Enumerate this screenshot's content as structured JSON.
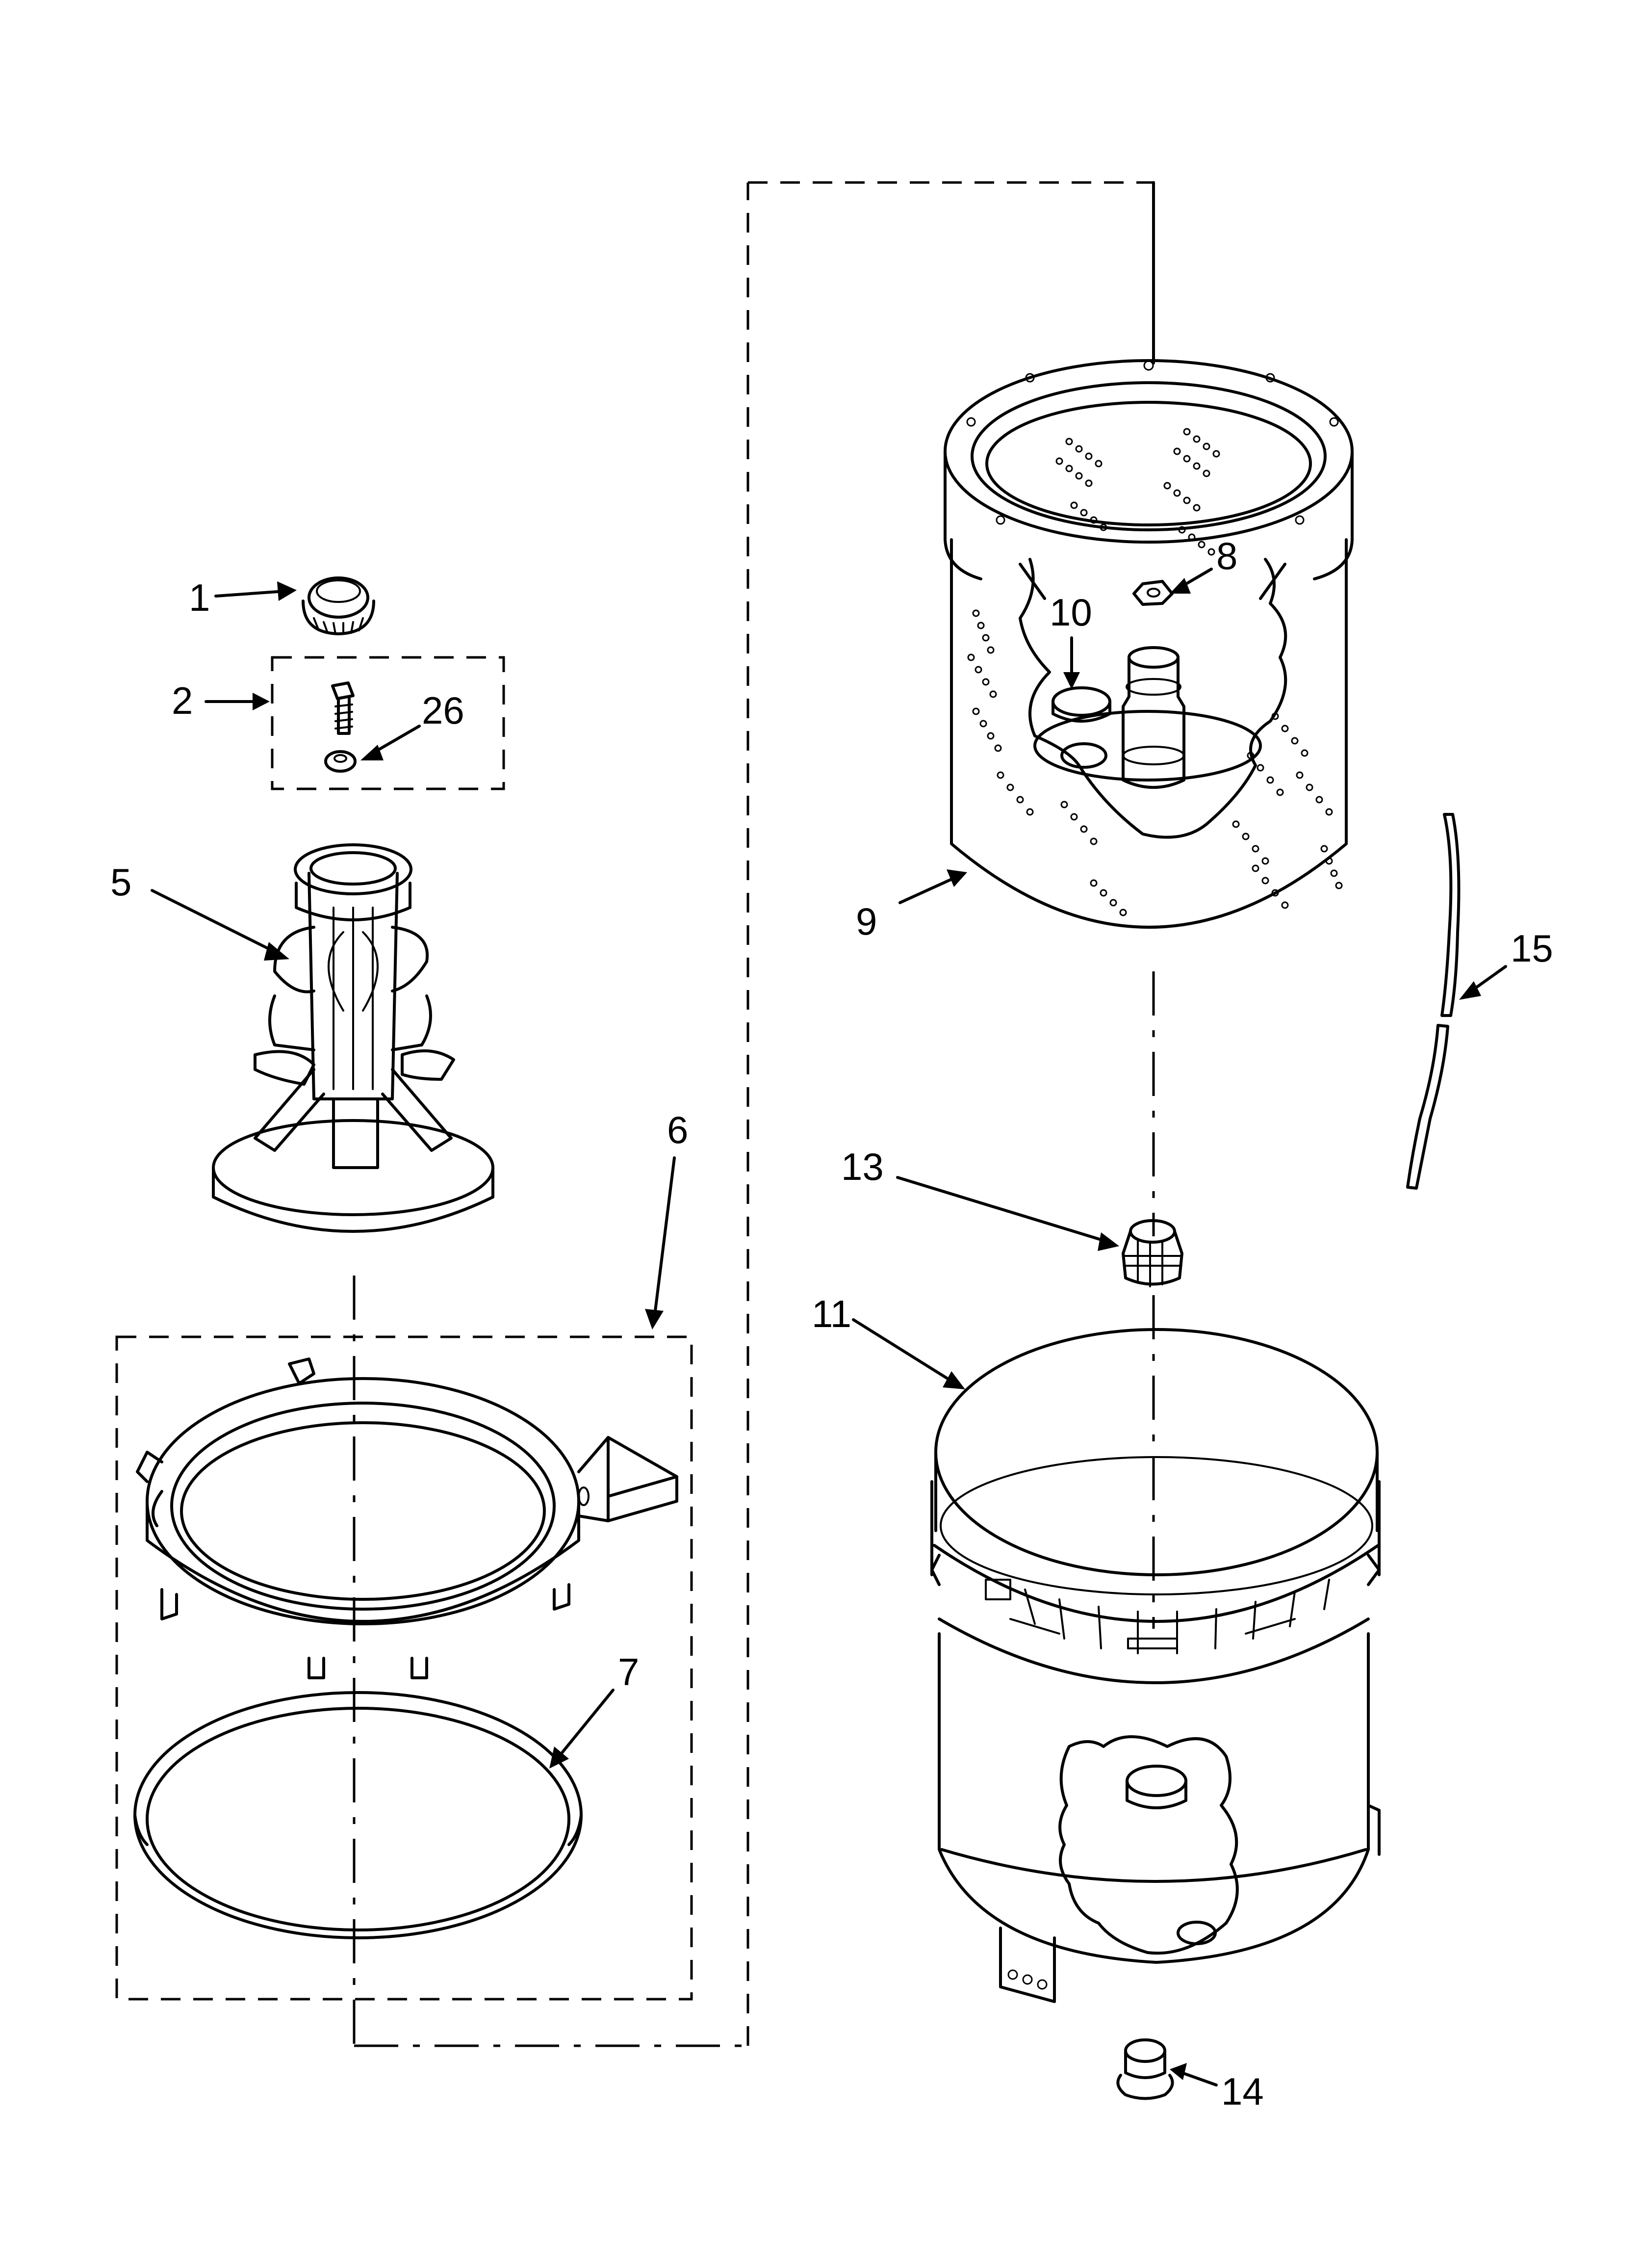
{
  "callouts": {
    "c1": "1",
    "c2": "2",
    "c26": "26",
    "c5": "5",
    "c6": "6",
    "c7": "7",
    "c8": "8",
    "c9": "9",
    "c10": "10",
    "c11": "11",
    "c13": "13",
    "c14": "14",
    "c15": "15"
  }
}
